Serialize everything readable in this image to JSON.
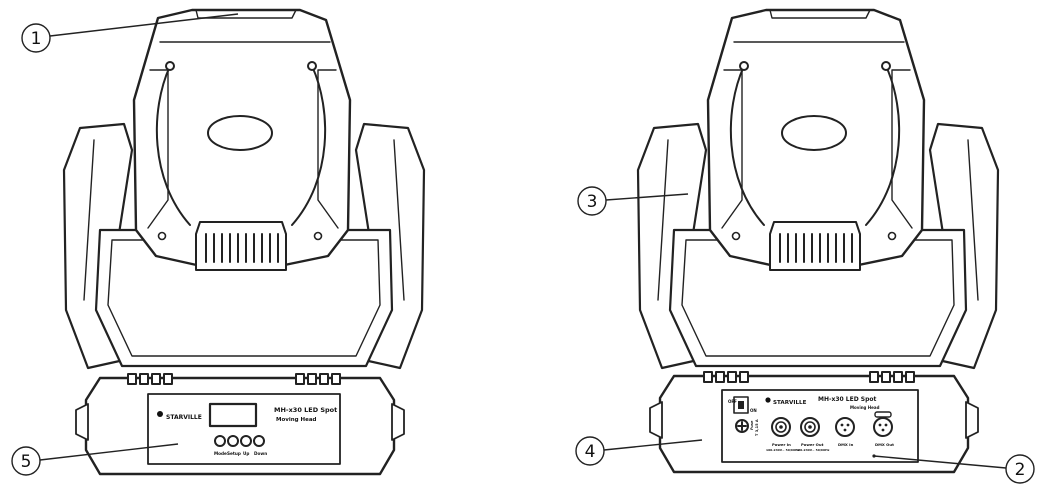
{
  "callouts": [
    {
      "id": "1",
      "label": "1"
    },
    {
      "id": "2",
      "label": "2"
    },
    {
      "id": "3",
      "label": "3"
    },
    {
      "id": "4",
      "label": "4"
    },
    {
      "id": "5",
      "label": "5"
    }
  ],
  "front_panel": {
    "brand": "STARVILLE",
    "model": "MH-x30 LED Spot",
    "subtitle": "Moving Head",
    "buttons": [
      "Mode",
      "Setup",
      "Up",
      "Down"
    ]
  },
  "rear_panel": {
    "brand": "STARVILLE",
    "model": "MH-x30 LED Spot",
    "subtitle": "Moving Head",
    "switch_off": "OFF",
    "switch_on": "ON",
    "fuse_label": "Fuse",
    "fuse_rating": "T 3,15 A",
    "connectors": [
      {
        "label": "Power In",
        "rating": "100-240V~ 50/60Hz"
      },
      {
        "label": "Power Out",
        "rating": "100-240V~ 50/60Hz"
      },
      {
        "label": "DMX In",
        "rating": ""
      },
      {
        "label": "DMX Out",
        "rating": ""
      }
    ]
  }
}
